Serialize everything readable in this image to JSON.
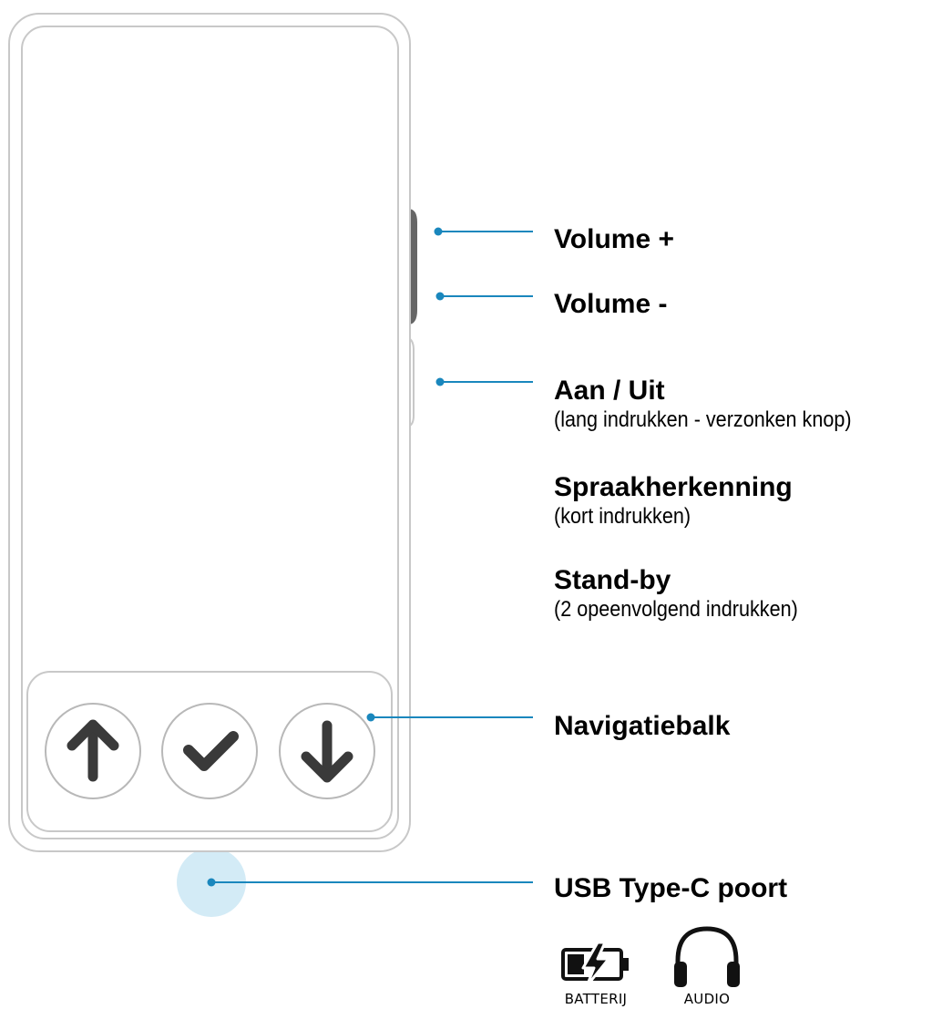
{
  "labels": {
    "volume_up": {
      "title": "Volume +"
    },
    "volume_down": {
      "title": "Volume -"
    },
    "power": {
      "title": "Aan / Uit",
      "note": "(lang indrukken - verzonken knop)"
    },
    "speech": {
      "title": "Spraakherkenning",
      "note": "(kort indrukken)"
    },
    "standby": {
      "title": "Stand-by",
      "note": "(2 opeenvolgend indrukken)"
    },
    "navigation": {
      "title": "Navigatiebalk"
    },
    "usb": {
      "title": "USB Type-C poort"
    }
  },
  "usb_icons": [
    {
      "icon": "battery-charging-icon",
      "label": "BATTERIJ"
    },
    {
      "icon": "headphones-icon",
      "label": "AUDIO"
    }
  ],
  "nav_buttons": [
    {
      "icon": "arrow-up-icon"
    },
    {
      "icon": "checkmark-icon"
    },
    {
      "icon": "arrow-down-icon"
    }
  ],
  "colors": {
    "outline": "#c8c8c8",
    "leader": "#1a87bd",
    "usb_highlight": "#d3ebf6",
    "button_gray": "#666666",
    "glyph": "#3a3a3a"
  }
}
